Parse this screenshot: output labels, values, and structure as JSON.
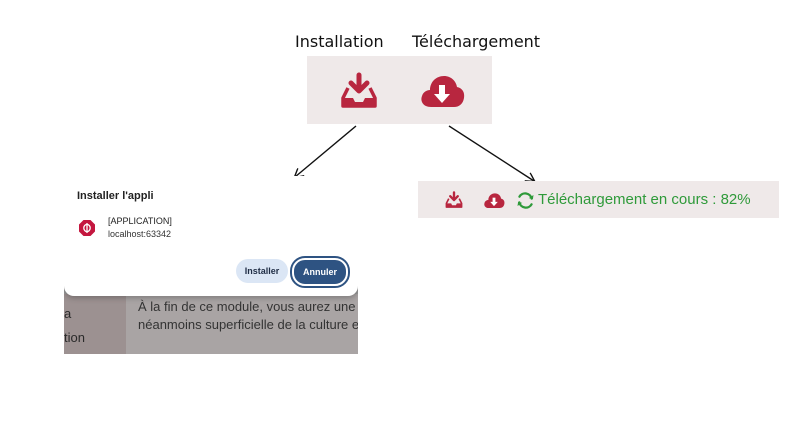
{
  "labels": {
    "installation": "Installation",
    "telechargement": "Téléchargement"
  },
  "icons": {
    "install": "tray-download-icon",
    "download": "cloud-download-icon",
    "refresh": "refresh-icon",
    "app": "app-logo-icon"
  },
  "colors": {
    "icon_red": "#b8263f",
    "status_green": "#2f9a3a",
    "cancel_blue": "#2e5382",
    "install_btn_bg": "#dbe6f5"
  },
  "install_dialog": {
    "title": "Installer l'appli",
    "app_name": "[APPLICATION]",
    "app_host": "localhost:63342",
    "install_button": "Installer",
    "cancel_button": "Annuler"
  },
  "background_page": {
    "left_line_1": "a",
    "left_line_2": "tion",
    "text_line_1": "À la fin de ce module, vous aurez une conna",
    "text_line_2": "néanmoins superficielle de la culture et de l"
  },
  "download_toolbar": {
    "status_text": "Téléchargement en cours : 82%",
    "progress_percent": 82
  }
}
